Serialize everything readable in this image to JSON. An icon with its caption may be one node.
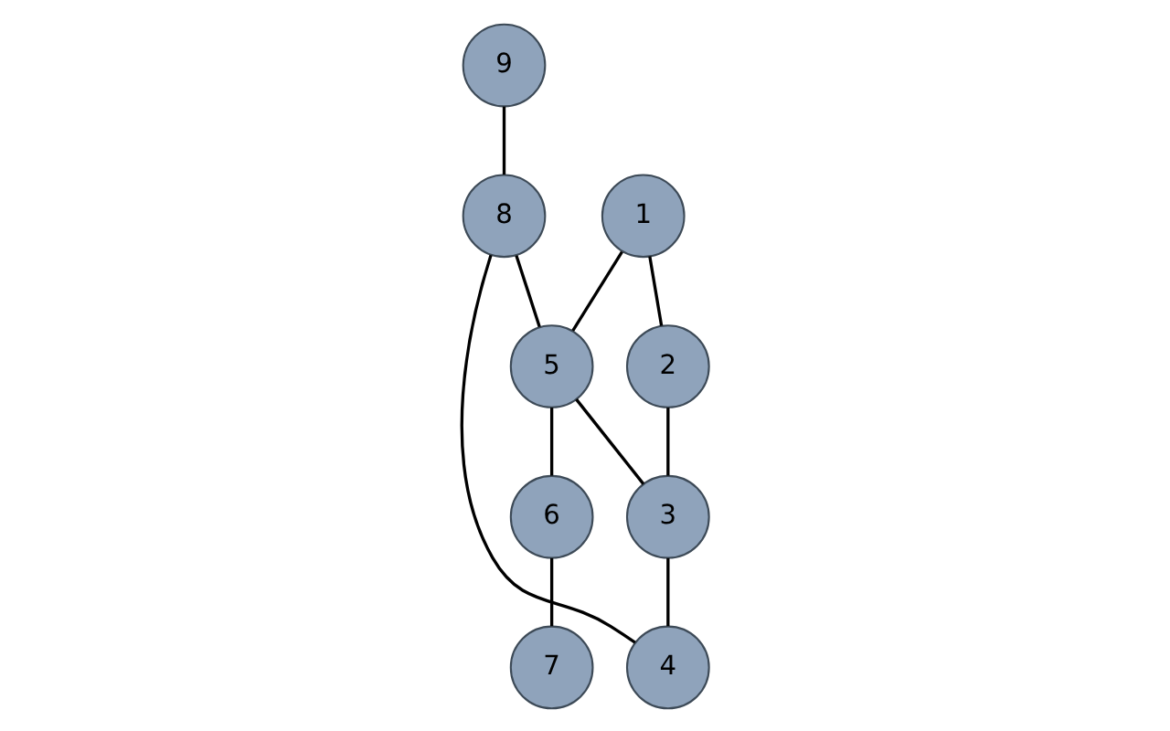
{
  "diagram": {
    "nodes": [
      {
        "text": [
          "1"
        ]
      },
      {
        "text": [
          "2"
        ]
      },
      {
        "text": [
          "3"
        ]
      },
      {
        "text": [
          "4"
        ]
      },
      {
        "text": [
          "5"
        ]
      },
      {
        "text": [
          "6"
        ]
      },
      {
        "text": [
          "7"
        ]
      },
      {
        "text": [
          "8"
        ]
      },
      {
        "text": [
          "9"
        ]
      }
    ],
    "edges": [
      {
        "from": 0,
        "to": 1,
        "arrow": "none"
      },
      {
        "from": 0,
        "to": 4,
        "arrow": "none"
      },
      {
        "from": 1,
        "to": 2,
        "arrow": "none"
      },
      {
        "from": 4,
        "to": 2,
        "arrow": "none"
      },
      {
        "from": 2,
        "to": 3,
        "arrow": "none"
      },
      {
        "from": 8,
        "to": 7,
        "arrow": "none"
      },
      {
        "from": 7,
        "to": 4,
        "arrow": "none"
      },
      {
        "from": 4,
        "to": 5,
        "arrow": "none"
      },
      {
        "from": 5,
        "to": 6,
        "arrow": "none"
      },
      {
        "from": 7,
        "to": 3,
        "arrow": "none"
      }
    ]
  }
}
